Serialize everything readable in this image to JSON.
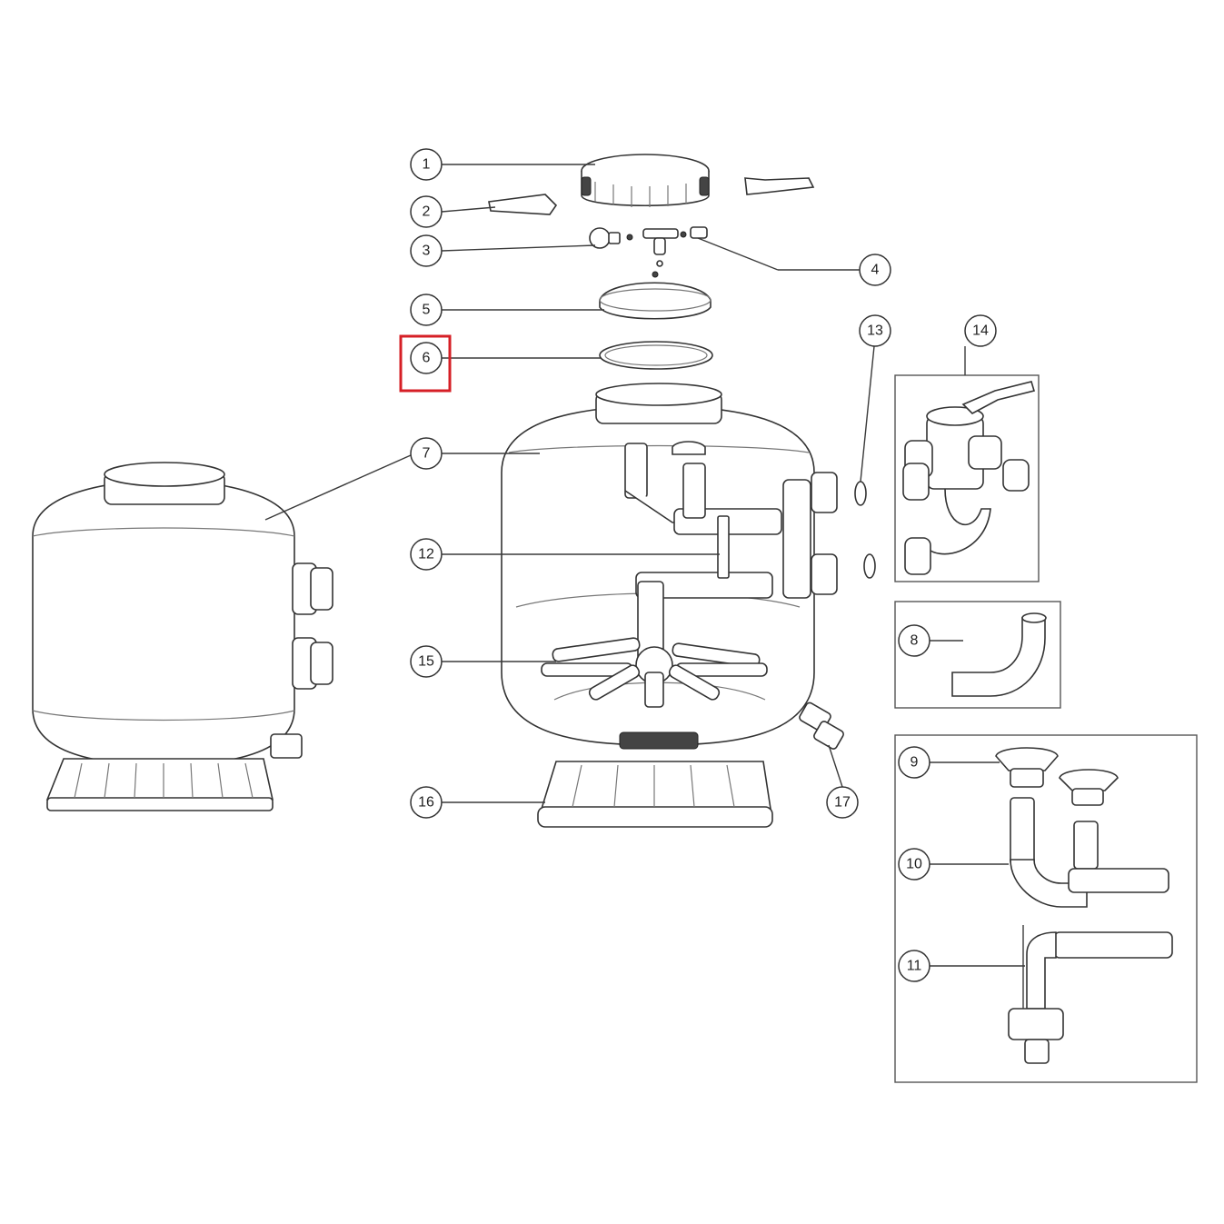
{
  "callouts": [
    {
      "id": "1",
      "label": "1"
    },
    {
      "id": "2",
      "label": "2"
    },
    {
      "id": "3",
      "label": "3"
    },
    {
      "id": "4",
      "label": "4"
    },
    {
      "id": "5",
      "label": "5"
    },
    {
      "id": "6",
      "label": "6"
    },
    {
      "id": "7",
      "label": "7"
    },
    {
      "id": "8",
      "label": "8"
    },
    {
      "id": "9",
      "label": "9"
    },
    {
      "id": "10",
      "label": "10"
    },
    {
      "id": "11",
      "label": "11"
    },
    {
      "id": "12",
      "label": "12"
    },
    {
      "id": "13",
      "label": "13"
    },
    {
      "id": "14",
      "label": "14"
    },
    {
      "id": "15",
      "label": "15"
    },
    {
      "id": "16",
      "label": "16"
    },
    {
      "id": "17",
      "label": "17"
    }
  ],
  "highlighted_callout": "6",
  "colors": {
    "highlight": "#d61f26",
    "line": "#333333",
    "background": "#ffffff"
  }
}
